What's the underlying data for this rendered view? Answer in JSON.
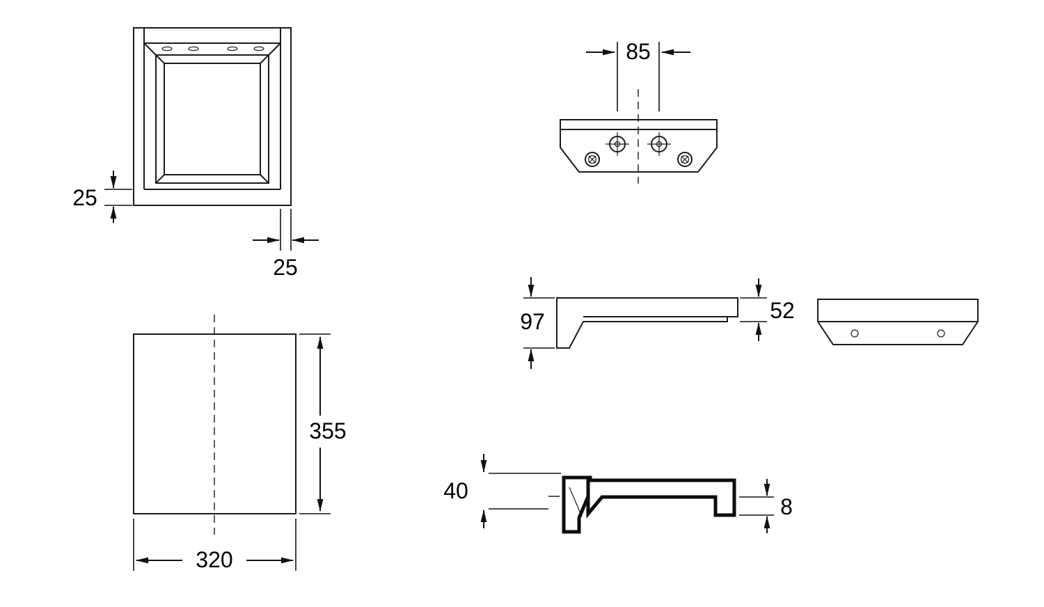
{
  "drawing": {
    "background": "#ffffff",
    "line_color": "#1a1a1a",
    "dimensions": {
      "front_border_bottom": "25",
      "front_border_side": "25",
      "mount_hole_spacing": "85",
      "side_overall_depth": "97",
      "side_front_thickness": "52",
      "plan_height": "355",
      "plan_width": "320",
      "section_bracket_height": "40",
      "section_lip_thickness": "8"
    }
  }
}
